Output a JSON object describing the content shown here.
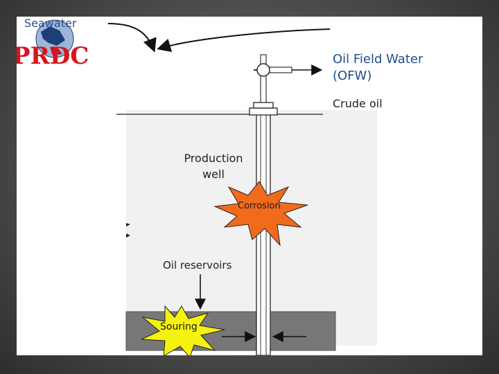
{
  "diagram": {
    "seawater_label": "Seawater",
    "logo_text": "PRDC",
    "ofw_line1": "Oil Field Water",
    "ofw_line2": "(OFW)",
    "crude_oil_label": "Crude oil",
    "production_line1": "Production",
    "production_line2": "well",
    "corrosion_label": "Corrosion",
    "reservoirs_label": "Oil reservoirs",
    "souring_label": "Souring"
  },
  "colors": {
    "corrosion_burst": "#f26a1b",
    "souring_burst": "#f5f20f",
    "reservoir_layer": "#777777",
    "label_blue": "#1f4e8c",
    "logo_red": "#d8141c"
  }
}
